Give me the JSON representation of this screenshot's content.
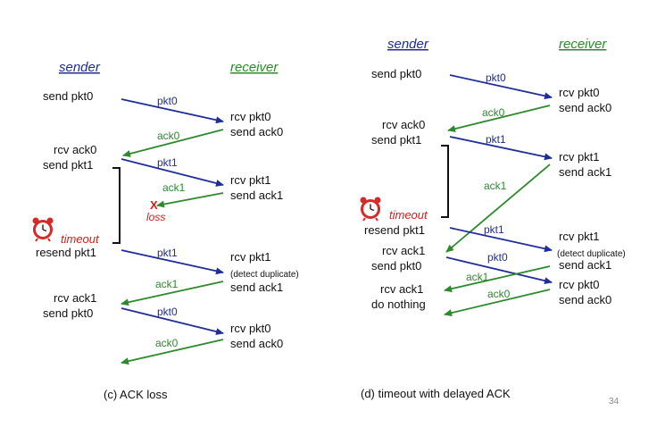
{
  "left": {
    "sender_header": "sender",
    "receiver_header": "receiver",
    "sender_events": {
      "e1": "send pkt0",
      "e2a": "rcv ack0",
      "e2b": "send pkt1",
      "e3": "resend pkt1",
      "e4a": "rcv ack1",
      "e4b": "send pkt0"
    },
    "receiver_events": {
      "r1a": "rcv pkt0",
      "r1b": "send ack0",
      "r2a": "rcv pkt1",
      "r2b": "send ack1",
      "r3a": "rcv pkt1",
      "r3note": "(detect duplicate)",
      "r3b": "send ack1",
      "r4a": "rcv pkt0",
      "r4b": "send ack0"
    },
    "messages": {
      "m1": "pkt0",
      "m2": "ack0",
      "m3": "pkt1",
      "m4": "ack1",
      "m5": "pkt1",
      "m6": "ack1",
      "m7": "pkt0",
      "m8": "ack0"
    },
    "loss_mark": "X",
    "loss_label": "loss",
    "timeout_label": "timeout",
    "caption": "(c) ACK loss"
  },
  "right": {
    "sender_header": "sender",
    "receiver_header": "receiver",
    "sender_events": {
      "e1": "send pkt0",
      "e2a": "rcv ack0",
      "e2b": "send pkt1",
      "e3": "resend pkt1",
      "e4a": "rcv ack1",
      "e4b": "send pkt0",
      "e5a": "rcv ack1",
      "e5b": "do nothing"
    },
    "receiver_events": {
      "r1a": "rcv pkt0",
      "r1b": "send ack0",
      "r2a": "rcv pkt1",
      "r2b": "send ack1",
      "r3a": "rcv pkt1",
      "r3note": "(detect duplicate)",
      "r3b": "send ack1",
      "r4a": "rcv pkt0",
      "r4b": "send ack0"
    },
    "messages": {
      "m1": "pkt0",
      "m2": "ack0",
      "m3": "pkt1",
      "m4": "ack1",
      "m5": "pkt1",
      "m6": "pkt0",
      "m7": "ack1",
      "m8": "ack0"
    },
    "timeout_label": "timeout",
    "caption": "(d) timeout  with delayed ACK"
  },
  "page_number": "34",
  "colors": {
    "packet": "#1f2d9a",
    "ack": "#2c8a2c",
    "alert": "#e01818"
  },
  "icons": [
    "alarm-clock-icon"
  ]
}
